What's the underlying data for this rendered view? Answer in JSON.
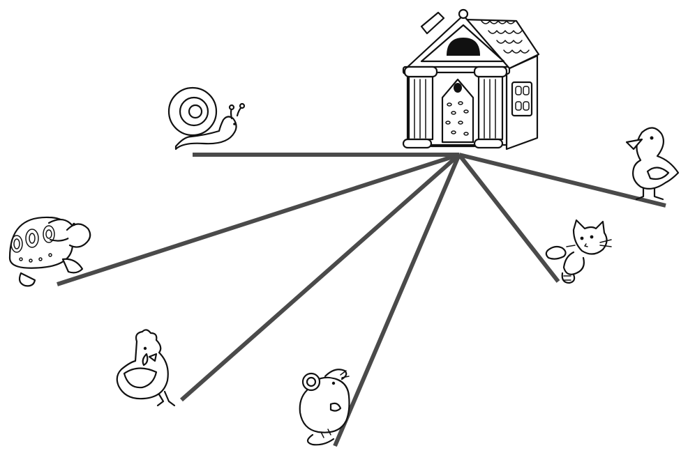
{
  "diagram": {
    "type": "radial-paths",
    "line_color": "#4a4a4a",
    "center": "house",
    "nodes": [
      {
        "id": "house",
        "icon": "house-icon"
      },
      {
        "id": "snail",
        "icon": "snail-icon"
      },
      {
        "id": "duck",
        "icon": "duck-icon"
      },
      {
        "id": "turtle",
        "icon": "turtle-icon"
      },
      {
        "id": "cat",
        "icon": "cat-icon"
      },
      {
        "id": "hen",
        "icon": "hen-icon"
      },
      {
        "id": "mouse",
        "icon": "mouse-icon"
      }
    ],
    "paths": [
      {
        "from": "house",
        "to": "snail"
      },
      {
        "from": "house",
        "to": "duck"
      },
      {
        "from": "house",
        "to": "turtle"
      },
      {
        "from": "house",
        "to": "cat"
      },
      {
        "from": "house",
        "to": "hen"
      },
      {
        "from": "house",
        "to": "mouse"
      }
    ]
  }
}
